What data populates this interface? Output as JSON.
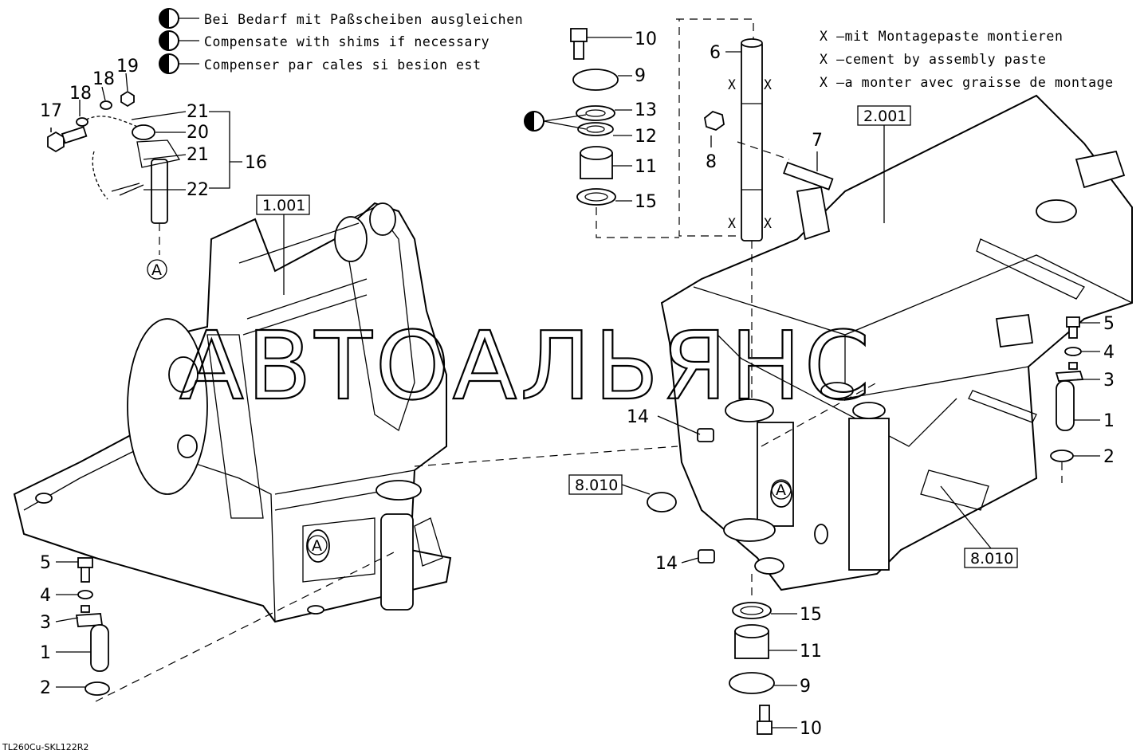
{
  "drawing_id": "TL260Cu-SKL122R2",
  "watermark": "АВТОАЛЬЯНС",
  "notes": {
    "shims": [
      "Bei Bedarf mit Paßscheiben ausgleichen",
      "Compensate with shims if necessary",
      "Compenser par cales si besion est"
    ],
    "paste": [
      "X  —mit Montagepaste montieren",
      "X  —cement by assembly paste",
      "X  —a monter avec graisse de montage"
    ]
  },
  "paste_marker": "X",
  "view_marker": "A",
  "assembly_refs": [
    "1.001",
    "2.001",
    "8.010",
    "8.010"
  ],
  "part_numbers": {
    "chain": [
      "17",
      "18",
      "19",
      "18",
      "21",
      "20",
      "21",
      "22",
      "16"
    ],
    "upper_stack": [
      "10",
      "9",
      "13",
      "12",
      "11",
      "15"
    ],
    "pin": [
      "6",
      "8",
      "7"
    ],
    "right_pin": [
      "5",
      "4",
      "3",
      "1",
      "2"
    ],
    "left_pin": [
      "5",
      "4",
      "3",
      "1",
      "2"
    ],
    "fittings": [
      "14",
      "14"
    ],
    "lower_stack": [
      "15",
      "11",
      "9",
      "10"
    ]
  }
}
